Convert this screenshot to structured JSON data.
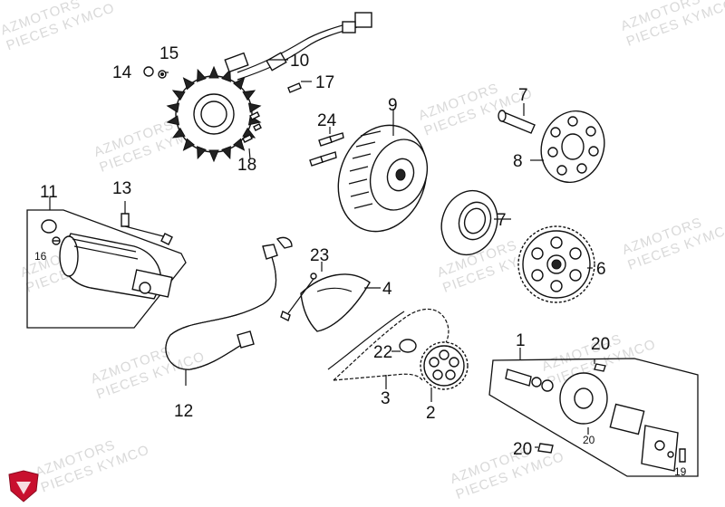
{
  "watermark": {
    "line1": "AZMOTORS",
    "line2": "PIECES KYMCO"
  },
  "callouts": {
    "c1": "1",
    "c2": "2",
    "c3": "3",
    "c4": "4",
    "c6": "6",
    "c7a": "7",
    "c7b": "7",
    "c8": "8",
    "c9": "9",
    "c10": "10",
    "c11": "11",
    "c12": "12",
    "c13": "13",
    "c14": "14",
    "c15": "15",
    "c16": "16",
    "c17": "17",
    "c18": "18",
    "c19": "19",
    "c20a": "20",
    "c20b": "20",
    "c20c": "20",
    "c22": "22",
    "c23": "23",
    "c24": "24"
  },
  "colors": {
    "line": "#111111",
    "watermark": "#d9d9d9",
    "logo_red": "#c8102e"
  }
}
